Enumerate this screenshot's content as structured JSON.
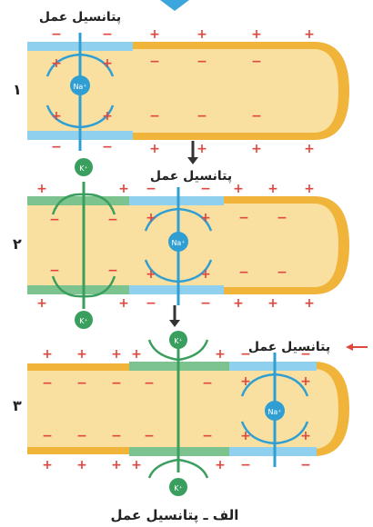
{
  "labels": {
    "ap_top": "پتانسیل عمل",
    "ap_mid": "پتانسیل عمل",
    "ap_bottom": "پتانسیل عمل",
    "caption": "الف ـ پتانسیل عمل"
  },
  "panels": [
    {
      "number": "۱",
      "ion_inside": "Na⁺"
    },
    {
      "number": "۲",
      "ion_inside": "Na⁺",
      "ion_outside": "K⁺"
    },
    {
      "number": "۳",
      "ion_inside": "Na⁺",
      "ion_outside": "K⁺"
    }
  ],
  "signs": {
    "plus": "+",
    "minus": "−"
  },
  "colors": {
    "axon_fill": "#f9dfa0",
    "axon_edge": "#f0b43a",
    "na_channel": "#8fd0ee",
    "na_dark": "#2f9fd3",
    "k_channel": "#7cc38f",
    "k_dark": "#3a9f5e",
    "plus": "#e0473e",
    "minus": "#e0473e",
    "arrow_red": "#e0473e",
    "arrow_blue": "#3aa6dc"
  }
}
